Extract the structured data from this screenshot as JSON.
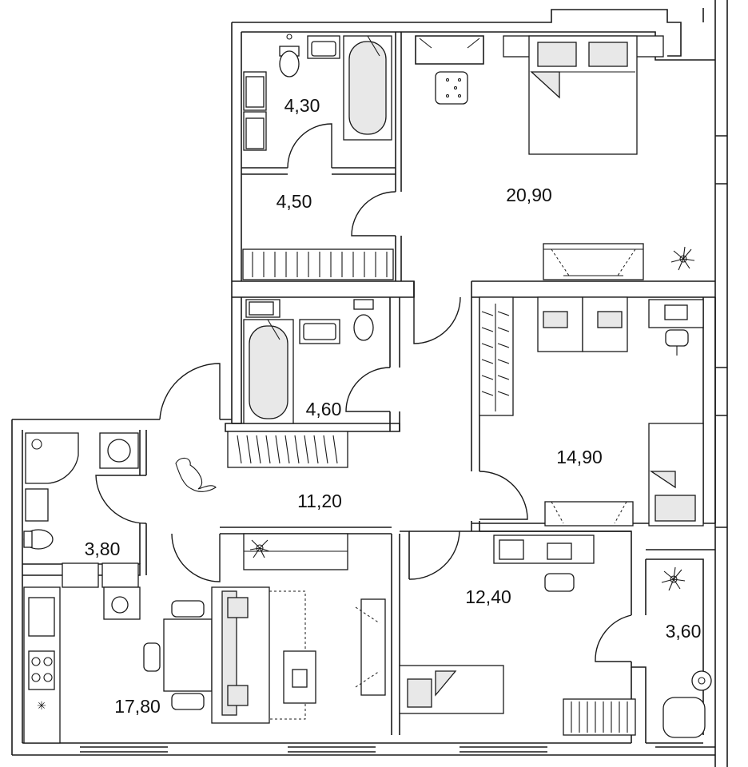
{
  "plan": {
    "rooms": [
      {
        "id": "bath-top",
        "area": "4,30"
      },
      {
        "id": "corridor-top",
        "area": "4,50"
      },
      {
        "id": "bedroom-master",
        "area": "20,90"
      },
      {
        "id": "bath-middle",
        "area": "4,60"
      },
      {
        "id": "bedroom-right",
        "area": "14,90"
      },
      {
        "id": "hall",
        "area": "11,20"
      },
      {
        "id": "bath-left",
        "area": "3,80"
      },
      {
        "id": "bedroom-bottom",
        "area": "12,40"
      },
      {
        "id": "balcony",
        "area": "3,60"
      },
      {
        "id": "living-kitchen",
        "area": "17,80"
      }
    ]
  }
}
